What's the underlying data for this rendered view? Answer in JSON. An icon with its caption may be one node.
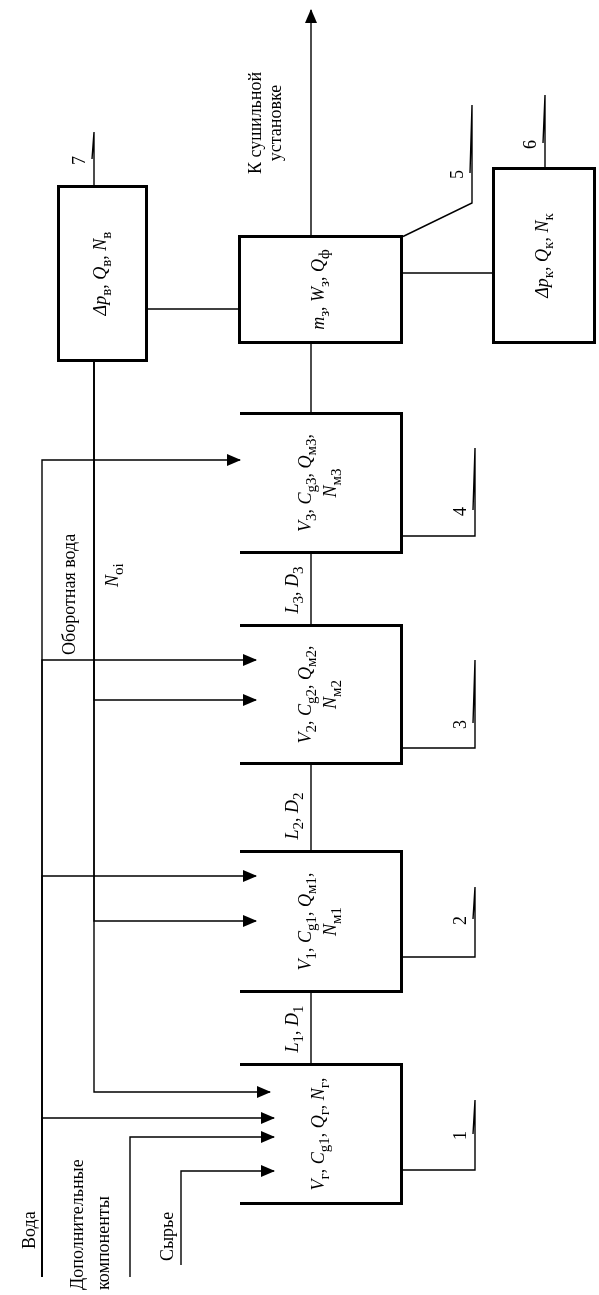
{
  "diagram": {
    "nodes": [
      {
        "text": [
          "Вода"
        ]
      },
      {
        "text": [
          "Дополнительные компоненты"
        ]
      },
      {
        "text": [
          "Сырье"
        ]
      },
      {
        "text": [
          "*V*$_{г}$, *C*$_{g1}$, *Q*$_{г}$, *N*$_{г}$,"
        ]
      },
      {
        "text": [
          "*V*$_{1}$, *C*$_{g1}$, *Q*$_{м1}$, *N*$_{м1}$"
        ]
      },
      {
        "text": [
          "*V*$_{2}$, *C*$_{g2}$, *Q*$_{м2}$, *N*$_{м2}$"
        ]
      },
      {
        "text": [
          "*V*$_{3}$, *C*$_{g3}$, *Q*$_{м3}$, *N*$_{м3}$"
        ]
      },
      {
        "text": [
          "*m*$_{з}$, *W*$_{з}$, *Q*$_{ф}$"
        ]
      },
      {
        "text": [
          "*Δp*$_{к}$, *Q*$_{к}$, *N*$_{к}$"
        ]
      },
      {
        "text": [
          "*Δp*$_{в}$, *Q*$_{в}$, *N*$_{в}$"
        ]
      },
      {
        "text": [
          "1"
        ]
      },
      {
        "text": [
          "2"
        ]
      },
      {
        "text": [
          "3"
        ]
      },
      {
        "text": [
          "4"
        ]
      },
      {
        "text": [
          "5"
        ]
      },
      {
        "text": [
          "6"
        ]
      },
      {
        "text": [
          "7"
        ]
      }
    ],
    "edges": [
      {
        "from": 0,
        "to": 3,
        "arrow": "to"
      },
      {
        "from": 0,
        "to": 4,
        "arrow": "to"
      },
      {
        "from": 0,
        "to": 5,
        "arrow": "to"
      },
      {
        "from": 0,
        "to": 6,
        "arrow": "to"
      },
      {
        "from": 1,
        "to": 3,
        "arrow": "to"
      },
      {
        "from": 2,
        "to": 3,
        "arrow": "to"
      },
      {
        "from": 9,
        "to": 3,
        "arrow": "to"
      },
      {
        "from": 9,
        "to": 4,
        "arrow": "to"
      },
      {
        "from": 9,
        "to": 5,
        "arrow": "to"
      },
      {
        "from": 3,
        "to": 4,
        "arrow": "none",
        "label": "*L*$_{1}$, *D*$_{1}$"
      },
      {
        "from": 4,
        "to": 5,
        "arrow": "none",
        "label": "*L*$_{2}$, *D*$_{2}$"
      },
      {
        "from": 5,
        "to": 6,
        "arrow": "none",
        "label": "*L*$_{3}$, *D*$_{3}$"
      },
      {
        "from": 6,
        "to": 7,
        "arrow": "none"
      },
      {
        "from": 7,
        "to": 9,
        "arrow": "none"
      },
      {
        "from": 7,
        "to": 8,
        "arrow": "none"
      },
      {
        "from": 7,
        "to": null,
        "arrow": "to",
        "label": "К сушильной установке"
      },
      {
        "from": 10,
        "to": 3,
        "arrow": "none"
      },
      {
        "from": 11,
        "to": 4,
        "arrow": "none"
      },
      {
        "from": 12,
        "to": 5,
        "arrow": "none"
      },
      {
        "from": 13,
        "to": 6,
        "arrow": "none"
      },
      {
        "from": 14,
        "to": 7,
        "arrow": "none"
      },
      {
        "from": 15,
        "to": 8,
        "arrow": "none"
      },
      {
        "from": 16,
        "to": 9,
        "arrow": "none"
      }
    ],
    "labels": [
      "Оборотная вода",
      "*N*$_{oi}$"
    ]
  }
}
